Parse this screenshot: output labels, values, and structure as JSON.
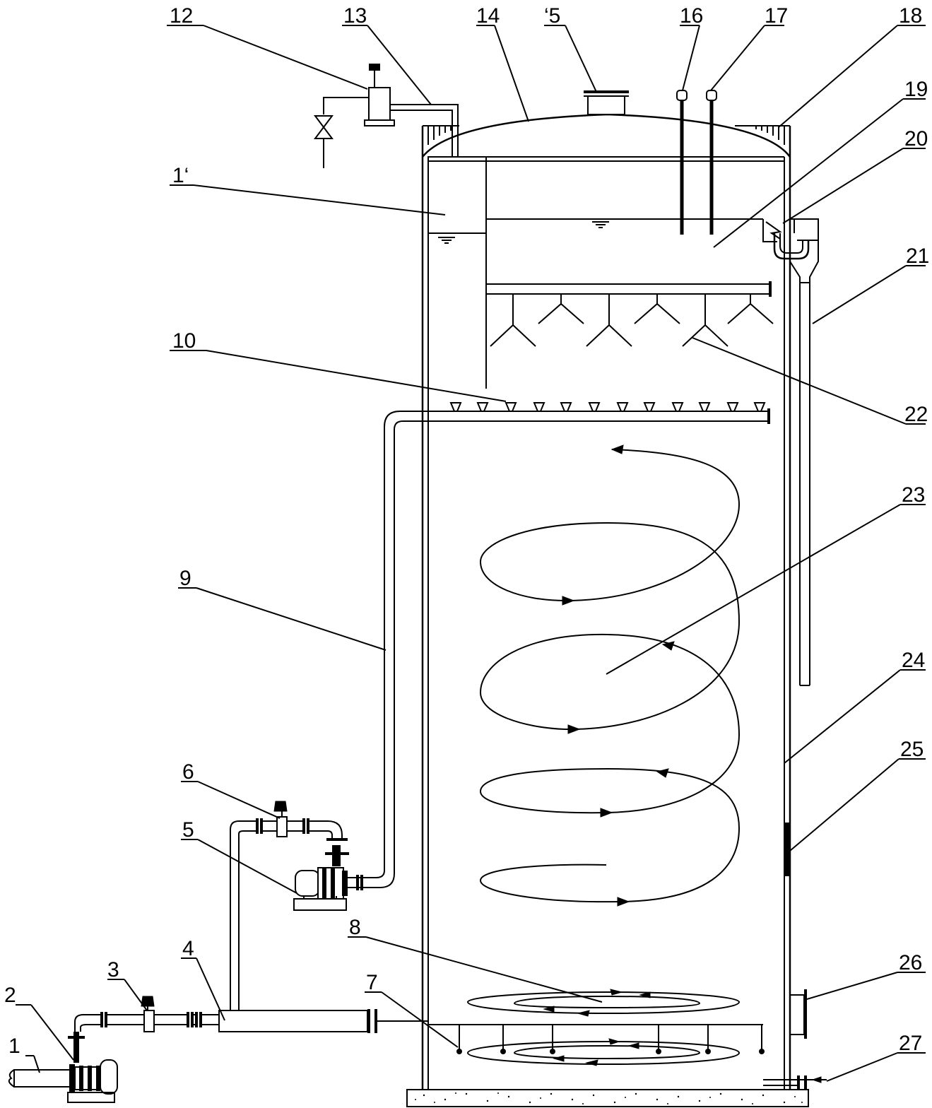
{
  "labels": [
    {
      "id": "1",
      "text": "1"
    },
    {
      "id": "2",
      "text": "2"
    },
    {
      "id": "3",
      "text": "3"
    },
    {
      "id": "4",
      "text": "4"
    },
    {
      "id": "5",
      "text": "5"
    },
    {
      "id": "6",
      "text": "6"
    },
    {
      "id": "7",
      "text": "7"
    },
    {
      "id": "8",
      "text": "8"
    },
    {
      "id": "9",
      "text": "9"
    },
    {
      "id": "10",
      "text": "10"
    },
    {
      "id": "11",
      "text": "1‘"
    },
    {
      "id": "12",
      "text": "12"
    },
    {
      "id": "13",
      "text": "13"
    },
    {
      "id": "14",
      "text": "14"
    },
    {
      "id": "15",
      "text": "‘5"
    },
    {
      "id": "16",
      "text": "16"
    },
    {
      "id": "17",
      "text": "17"
    },
    {
      "id": "18",
      "text": "18"
    },
    {
      "id": "19",
      "text": "19"
    },
    {
      "id": "20",
      "text": "20"
    },
    {
      "id": "21",
      "text": "21"
    },
    {
      "id": "22",
      "text": "22"
    },
    {
      "id": "23",
      "text": "23"
    },
    {
      "id": "24",
      "text": "24"
    },
    {
      "id": "25",
      "text": "25"
    },
    {
      "id": "26",
      "text": "26"
    },
    {
      "id": "27",
      "text": "27"
    }
  ]
}
